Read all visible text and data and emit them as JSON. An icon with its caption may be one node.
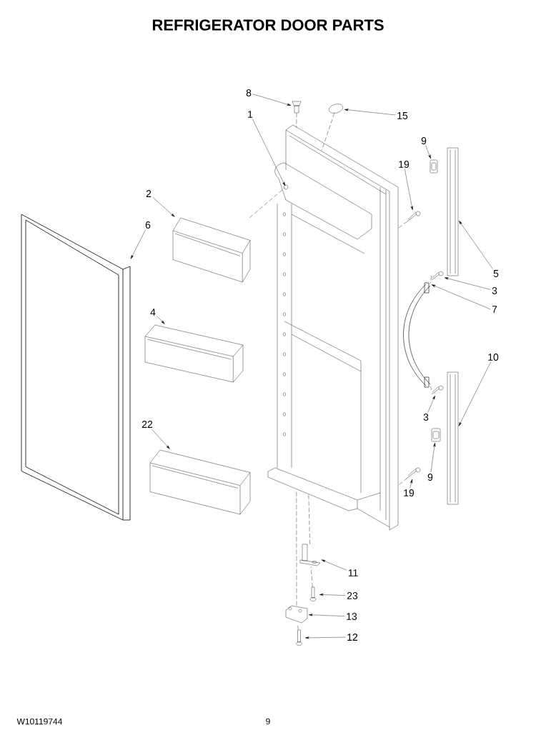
{
  "diagram": {
    "title": "REFRIGERATOR DOOR PARTS",
    "nodes": [
      {
        "text": [
          "8"
        ]
      },
      {
        "text": [],
        "shape": "picture"
      },
      {
        "text": [
          "1"
        ]
      },
      {
        "text": [],
        "shape": "picture"
      },
      {
        "text": [
          "15"
        ]
      },
      {
        "text": [],
        "shape": "picture"
      },
      {
        "text": [
          "9"
        ]
      },
      {
        "text": [],
        "shape": "picture"
      },
      {
        "text": [
          "19"
        ]
      },
      {
        "text": [],
        "shape": "picture"
      },
      {
        "text": [
          "2"
        ]
      },
      {
        "text": [],
        "shape": "picture"
      },
      {
        "text": [
          "6"
        ]
      },
      {
        "text": [],
        "shape": "picture"
      },
      {
        "text": [
          "5"
        ]
      },
      {
        "text": [],
        "shape": "picture"
      },
      {
        "text": [
          "3"
        ]
      },
      {
        "text": [],
        "shape": "picture"
      },
      {
        "text": [
          "7"
        ]
      },
      {
        "text": [],
        "shape": "picture"
      },
      {
        "text": [
          "4"
        ]
      },
      {
        "text": [],
        "shape": "picture"
      },
      {
        "text": [
          "10"
        ]
      },
      {
        "text": [],
        "shape": "picture"
      },
      {
        "text": [
          "3"
        ]
      },
      {
        "text": [],
        "shape": "picture"
      },
      {
        "text": [
          "22"
        ]
      },
      {
        "text": [],
        "shape": "picture"
      },
      {
        "text": [
          "9"
        ]
      },
      {
        "text": [],
        "shape": "picture"
      },
      {
        "text": [
          "19"
        ]
      },
      {
        "text": [],
        "shape": "picture"
      },
      {
        "text": [
          "11"
        ]
      },
      {
        "text": [],
        "shape": "picture"
      },
      {
        "text": [
          "23"
        ]
      },
      {
        "text": [],
        "shape": "picture"
      },
      {
        "text": [
          "13"
        ]
      },
      {
        "text": [],
        "shape": "picture"
      },
      {
        "text": [
          "12"
        ]
      },
      {
        "text": [],
        "shape": "picture"
      }
    ],
    "edges": [
      {
        "from": 0,
        "to": 1,
        "arrow": "to"
      },
      {
        "from": 2,
        "to": 3,
        "arrow": "to"
      },
      {
        "from": 4,
        "to": 5,
        "arrow": "to"
      },
      {
        "from": 6,
        "to": 7,
        "arrow": "to"
      },
      {
        "from": 8,
        "to": 9,
        "arrow": "to"
      },
      {
        "from": 10,
        "to": 11,
        "arrow": "to"
      },
      {
        "from": 12,
        "to": 13,
        "arrow": "to"
      },
      {
        "from": 14,
        "to": 15,
        "arrow": "to"
      },
      {
        "from": 16,
        "to": 17,
        "arrow": "to"
      },
      {
        "from": 18,
        "to": 19,
        "arrow": "to"
      },
      {
        "from": 20,
        "to": 21,
        "arrow": "to"
      },
      {
        "from": 22,
        "to": 23,
        "arrow": "to"
      },
      {
        "from": 24,
        "to": 25,
        "arrow": "to"
      },
      {
        "from": 26,
        "to": 27,
        "arrow": "to"
      },
      {
        "from": 28,
        "to": 29,
        "arrow": "to"
      },
      {
        "from": 30,
        "to": 31,
        "arrow": "to"
      },
      {
        "from": 32,
        "to": 33,
        "arrow": "to"
      },
      {
        "from": 34,
        "to": 35,
        "arrow": "to"
      },
      {
        "from": 36,
        "to": 37,
        "arrow": "to"
      },
      {
        "from": 38,
        "to": 39,
        "arrow": "to"
      },
      {
        "from": 1,
        "to": 3,
        "arrow": "none",
        "style": "dashed"
      },
      {
        "from": 5,
        "to": 3,
        "arrow": "none",
        "style": "dashed"
      },
      {
        "from": 11,
        "to": 3,
        "arrow": "none",
        "style": "dashed"
      },
      {
        "from": 9,
        "to": 3,
        "arrow": "none",
        "style": "dashed"
      },
      {
        "from": 31,
        "to": 3,
        "arrow": "none",
        "style": "dashed"
      },
      {
        "from": 17,
        "to": 19,
        "arrow": "none",
        "style": "dashed"
      },
      {
        "from": 25,
        "to": 19,
        "arrow": "none",
        "style": "dashed"
      },
      {
        "from": 33,
        "to": 3,
        "arrow": "none",
        "style": "dashed"
      },
      {
        "from": 35,
        "to": 33,
        "arrow": "none",
        "style": "dashed"
      },
      {
        "from": 37,
        "to": 3,
        "arrow": "none",
        "style": "dashed"
      },
      {
        "from": 39,
        "to": 37,
        "arrow": "none",
        "style": "dashed"
      }
    ],
    "labels": [
      "W10119744",
      "9"
    ]
  }
}
